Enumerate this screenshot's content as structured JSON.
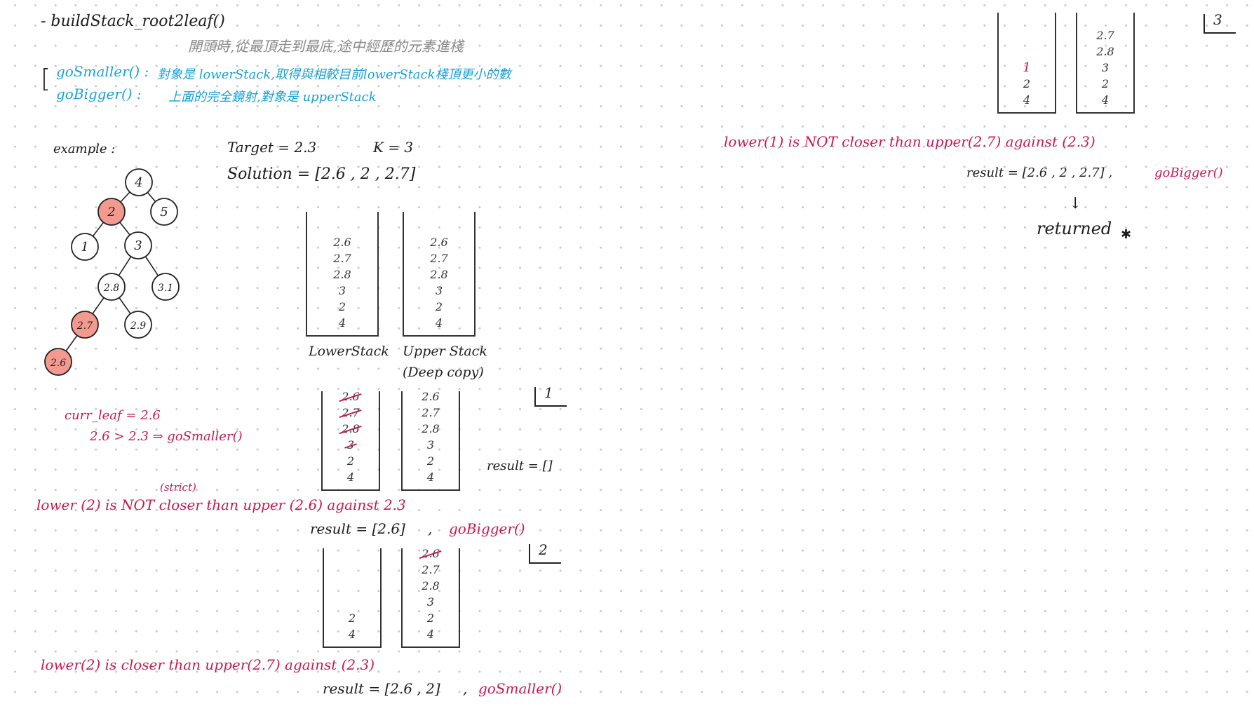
{
  "header": {
    "title": "- buildStack_root2leaf()",
    "subtitle": "開頭時,從最頂走到最底,途中經歷的元素進棧",
    "bracket": "[",
    "go_smaller_name": "goSmaller() :",
    "go_smaller_desc": "對象是 lowerStack,取得與相較目前lowerStack棧頂更小的數",
    "go_bigger_name": "goBigger() :",
    "go_bigger_desc": "上面的完全鏡射,對象是 upperStack"
  },
  "example": {
    "label": "example :",
    "target": "Target = 2.3",
    "k": "K = 3",
    "solution": "Solution = [2.6 , 2 , 2.7]"
  },
  "tree": {
    "nodes": [
      {
        "id": "n4",
        "label": "4",
        "highlight": false
      },
      {
        "id": "n2",
        "label": "2",
        "highlight": true
      },
      {
        "id": "n5",
        "label": "5",
        "highlight": false
      },
      {
        "id": "n1",
        "label": "1",
        "highlight": false
      },
      {
        "id": "n3",
        "label": "3",
        "highlight": false
      },
      {
        "id": "n28",
        "label": "2.8",
        "highlight": false
      },
      {
        "id": "n31",
        "label": "3.1",
        "highlight": false
      },
      {
        "id": "n27",
        "label": "2.7",
        "highlight": true
      },
      {
        "id": "n29",
        "label": "2.9",
        "highlight": false
      },
      {
        "id": "n26",
        "label": "2.6",
        "highlight": true
      }
    ],
    "edges": [
      [
        "n4",
        "n2"
      ],
      [
        "n4",
        "n5"
      ],
      [
        "n2",
        "n1"
      ],
      [
        "n2",
        "n3"
      ],
      [
        "n3",
        "n28"
      ],
      [
        "n3",
        "n31"
      ],
      [
        "n28",
        "n27"
      ],
      [
        "n28",
        "n29"
      ],
      [
        "n27",
        "n26"
      ]
    ],
    "highlight_color": "#f29a8f"
  },
  "stacks_initial": {
    "lower": {
      "items": [
        "2.6",
        "2.7",
        "2.8",
        "3",
        "2",
        "4"
      ],
      "label": "LowerStack"
    },
    "upper": {
      "items": [
        "2.6",
        "2.7",
        "2.8",
        "3",
        "2",
        "4"
      ],
      "label": "Upper Stack",
      "note": "(Deep copy)"
    }
  },
  "step1": {
    "marker": "1",
    "lower_items": [
      {
        "v": "2.6",
        "struck": true
      },
      {
        "v": "2.7",
        "struck": true
      },
      {
        "v": "2.8",
        "struck": true
      },
      {
        "v": "3",
        "struck": true
      },
      {
        "v": "2",
        "struck": false
      },
      {
        "v": "4",
        "struck": false
      }
    ],
    "upper_items": [
      "2.6",
      "2.7",
      "2.8",
      "3",
      "2",
      "4"
    ],
    "curr_leaf": "curr_leaf = 2.6",
    "compare": "2.6 > 2.3 ⇒ goSmaller()",
    "result": "result = []",
    "strict": "(strict)",
    "verdict": "lower (2)  is NOT  closer  than  upper (2.6)  against  2.3",
    "result_after": "result = [2.6]",
    "action": "goBigger()"
  },
  "step2": {
    "marker": "2",
    "lower_items": [
      "2",
      "4"
    ],
    "upper_items": [
      {
        "v": "2.6",
        "struck": true
      },
      {
        "v": "2.7",
        "struck": false
      },
      {
        "v": "2.8",
        "struck": false
      },
      {
        "v": "3",
        "struck": false
      },
      {
        "v": "2",
        "struck": false
      },
      {
        "v": "4",
        "struck": false
      }
    ],
    "verdict": "lower(2)  is  closer  than  upper(2.7)  against (2.3)",
    "result_after": "result = [2.6 , 2]",
    "action": "goSmaller()"
  },
  "step3": {
    "marker": "3",
    "lower_items": [
      {
        "v": "1",
        "hl": true
      },
      {
        "v": "2",
        "hl": false
      },
      {
        "v": "4",
        "hl": false
      }
    ],
    "upper_items": [
      "2.7",
      "2.8",
      "3",
      "2",
      "4"
    ],
    "verdict": "lower(1)  is  NOT  closer  than  upper(2.7)  against  (2.3)",
    "result_after": "result = [2.6 , 2 , 2.7] ,",
    "action": "goBigger()",
    "arrow": "↓",
    "returned": "returned",
    "mark": "✱"
  },
  "colors": {
    "red": "#c8194f",
    "blue": "#17a2d6",
    "ink": "#1d1d1d"
  }
}
